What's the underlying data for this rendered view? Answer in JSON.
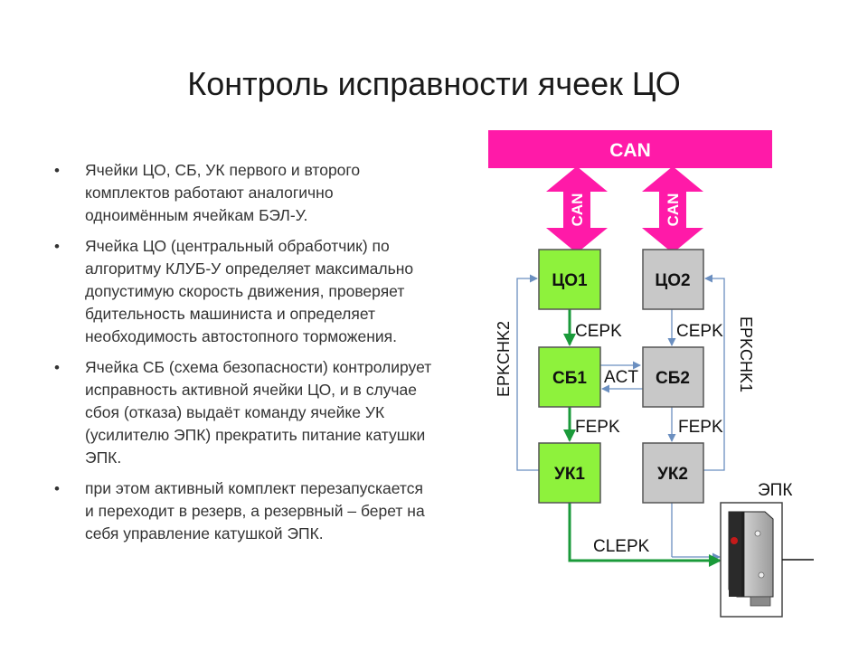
{
  "slide": {
    "title": "Контроль исправности ячеек ЦО"
  },
  "bullets": [
    "Ячейки ЦО, СБ, УК первого и второго комплектов работают аналогично одноимённым ячейкам БЭЛ-У.",
    "Ячейка ЦО (центральный обработчик) по алгоритму КЛУБ-У определяет максимально допустимую скорость движения, проверяет бдительность машиниста и определяет необходимость автостопного торможения.",
    "Ячейка СБ (схема безопасности) контролирует исправность активной ячейки ЦО, и в случае сбоя (отказа) выдаёт команду ячейке УК (усилителю ЭПК) прекратить питание катушки ЭПК.",
    "при этом активный комплект перезапускается и переходит в резерв, а резервный – берет на себя управление катушкой ЭПК."
  ],
  "bullet_marker": "•",
  "diagram": {
    "can_bus": "CAN",
    "can_arrow_1": "CAN",
    "can_arrow_2": "CAN",
    "blocks": {
      "co1": "ЦО1",
      "co2": "ЦО2",
      "sb1": "СБ1",
      "sb2": "СБ2",
      "uk1": "УК1",
      "uk2": "УК2"
    },
    "links": {
      "cerk_left": "CEPK",
      "cerk_right": "CEPK",
      "fepk_left": "FEPK",
      "fepk_right": "FEPK",
      "act": "ACT",
      "erkchk2": "EPKCHK2",
      "erkchk1": "EPKCHK1",
      "clepk": "CLEPK",
      "epk": "ЭПК"
    },
    "colors": {
      "magenta": "#ff1aa8",
      "active_block": "#8ef23c",
      "inactive_block": "#c8c8c8",
      "active_arrow": "#1a9a3a",
      "thin_line": "#6b8fc0"
    }
  }
}
